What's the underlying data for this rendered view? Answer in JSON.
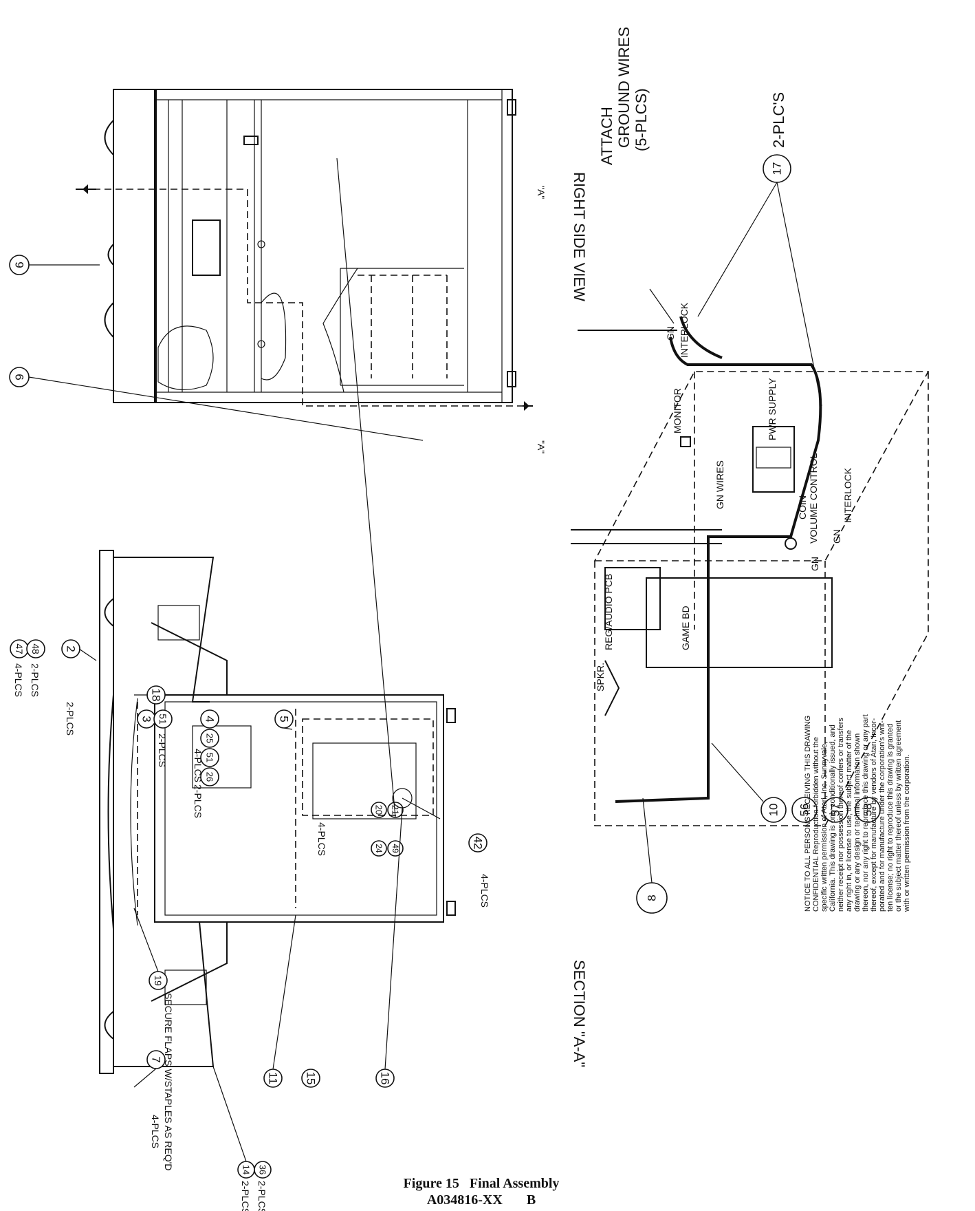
{
  "caption": {
    "figure": "Figure 15   Final Assembly",
    "part": "A034816-XX       B"
  },
  "views": {
    "section": "SECTION \"A-A\"",
    "right_side": "RIGHT SIDE VIEW",
    "section_marker": "\"A\""
  },
  "side_view_callouts": {
    "b9": "9",
    "b6": "6",
    "b20": "20",
    "b21": "21",
    "plcs_20_21": "4-PLCS",
    "b24": "24",
    "b49": "49",
    "b42": "42",
    "plcs_42": "4-PLCS"
  },
  "section_callouts": {
    "b47": "47",
    "b48": "48",
    "plcs_47": "4-PLCS",
    "plcs_48": "2-PLCS",
    "b2": "2",
    "plcs_2": "2-PLCS",
    "b18": "18",
    "b3": "3",
    "b51a": "51",
    "plcs_3_51": "2-PLCS",
    "b4": "4",
    "b25": "25",
    "b51b": "51",
    "b26": "26",
    "plcs_4": "4-PLCS",
    "plcs_51": "2-PLCS",
    "b5": "5",
    "b19": "19",
    "secure_flaps": "SECURE FLAPS W/STAPLES AS REQ'D",
    "b7": "7",
    "plcs_7": "4-PLCS",
    "b11": "11",
    "b15": "15",
    "b16": "16",
    "b14": "14",
    "b36": "36",
    "plcs_14": "2-PLCS",
    "plcs_36": "2-PLCS"
  },
  "wiring_labels": {
    "attach": "ATTACH",
    "ground_wires": "GROUND WIRES",
    "plcs_5": "(5-PLCS)",
    "b17": "17",
    "plcs_17": "2-PLC'S",
    "interlock_top": "INTERLOCK",
    "gn_top": "GN",
    "monitor": "MONITOR",
    "pwr_supply": "PWR SUPPLY",
    "gn_wires": "GN WIRES",
    "coin": "COIN",
    "volume_control": "VOLUME CONTROL",
    "interlock_bottom": "INTERLOCK",
    "gn_b1": "GN",
    "gn_b2": "GN",
    "reg_audio": "REG/AUDIO PCB",
    "spkr": "SPKR.",
    "game_bd": "GAME BD",
    "b10": "10",
    "b56": "56",
    "b57": "57",
    "b58": "58",
    "b8": "8"
  },
  "notice": {
    "lines": [
      "NOTICE TO ALL PERSONS RECEIVING THIS DRAWING",
      "CONFIDENTIAL   Reproduction  forbidden  without  the",
      "specific  written  permission  of  Atari,  Inc.  Sunnyvale,",
      "California. This drawing is only conditionally issued, and",
      "neither receipt nor possession thereof confers or transfers",
      "any right in, or license to use, the subject matter of the",
      "drawing or any design or technical information shown",
      "thereon, nor any right to reproduce this drawing or any part",
      "thereof, except for manufacture by vendors of Atari, Incor-",
      "porated and for manufacture under the corporation's writ-",
      "ten license; no right to reproduce this drawing is granted",
      "or the subject matter thereof unless by written agreement",
      "with or written permission from the corporation."
    ]
  }
}
